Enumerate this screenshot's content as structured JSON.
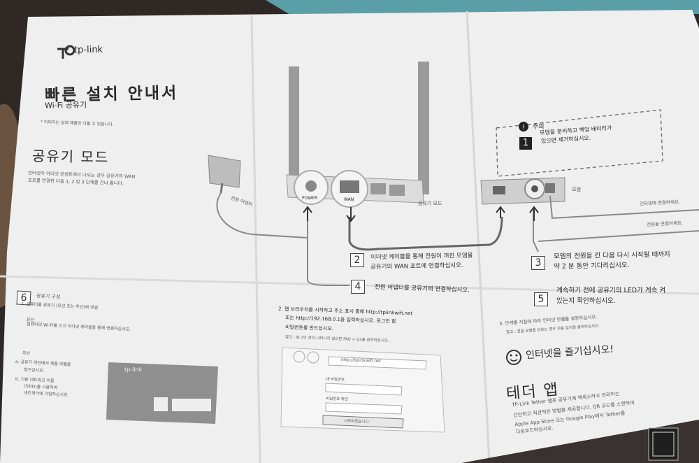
{
  "brand": {
    "logo_text": "tp-link"
  },
  "header": {
    "title": "빠른 설치 안내서",
    "subtitle": "Wi-Fi 공유기",
    "note": "* 이미지는 실제 제품과 다를 수 있습니다."
  },
  "router_mode": {
    "heading": "공유기 모드",
    "intro_line1": "인터넷이 이더넷 콘센트에서 나오는 경우 공유기의 WAN",
    "intro_line2": "포트를 연결한 다음 1, 2 및 3 단계를 건너 뜁니다."
  },
  "diagram": {
    "power_adapter_label": "전원 어댑터",
    "power_port_label": "POWER",
    "wan_port_label": "WAN",
    "router_label": "공유기 모드",
    "modem_label": "모뎀",
    "internet_label": "인터넷에 연결하세요.",
    "power_connect_label": "전원을 연결하세요."
  },
  "caution": {
    "heading": "주의",
    "step_number": "1",
    "line1": "모뎀을 분리하고 백업 배터리가",
    "line2": "있으면 제거하십시오."
  },
  "steps": [
    {
      "number": "2",
      "line1": "이더넷 케이블을 통해 전원이 꺼진 모뎀을",
      "line2": "공유기의 WAN 포트에 연결하십시오."
    },
    {
      "number": "3",
      "line1": "모뎀의 전원을 킨 다음 다시 시작될 때까지",
      "line2": "약 2 분 동안 기다리십시오."
    },
    {
      "number": "4",
      "line1": "전원 어댑터를 공유기에 연결하십시오.",
      "line2": ""
    },
    {
      "number": "5",
      "line1": "계속하기 전에 공유기의 LED가 계속 켜",
      "line2": "있는지 확인하십시오."
    }
  ],
  "step6": {
    "number": "6",
    "heading": "공유기 구성",
    "line1": "1. 컴퓨터를 공유기 (유선 또는 무선)에 연결",
    "wired_label": "유선",
    "wired_text": "컴퓨터의 Wi-Fi를 끄고 이더넷 케이블을 통해 연결하십시오.",
    "wireless_label": "무선",
    "wireless_a": "a. 공유기 하단에서 제품 라벨을",
    "wireless_a2": "찾으십시오.",
    "wireless_b": "b. 기본 네트워크 이름",
    "wireless_b2": "(SSID)를 사용하여",
    "wireless_b3": "네트워크에 가입하십시오.",
    "label_card_logo": "tp-link"
  },
  "step2_web": {
    "line1": "2. 웹 브라우저를 시작하고 주소 표시 줄에 http://tplinkwifi.net",
    "line2": "또는 http://192.168.0.1을 입력하십시오. 로그인 할",
    "line3": "비밀번호를 만드십시오.",
    "note": "참고 : 로그인 창이 나타나지 않으면 FAQ > Q1을 참조하십시오.",
    "address_bar": "http://tplinkwifi.net",
    "field1_label": "새 비밀번호",
    "field2_label": "비밀번호 확인",
    "button_label": "시작하겠습니다"
  },
  "step3_right": {
    "line1": "3. 단계별 지침에 따라 인터넷 연결을 설정하십시오.",
    "line2": "참고 : 연결 유형을 모르는 경우 자동 감지를 클릭하십시오.",
    "enjoy": "인터넷을 즐기십시오!"
  },
  "tether": {
    "heading": "테더 앱",
    "line1": "TP-Link Tether 앱은 공유기에 액세스하고 관리하는",
    "line2": "간단하고 직관적인 방법을 제공합니다. QR 코드를 스캔하여",
    "line3": "Apple App Store 또는 Google Play에서 Tether를",
    "line4": "다운로드하십시오."
  },
  "colors": {
    "paper": "#f1f1f1",
    "background": "#2c2420",
    "ink": "#2a2a2a"
  }
}
